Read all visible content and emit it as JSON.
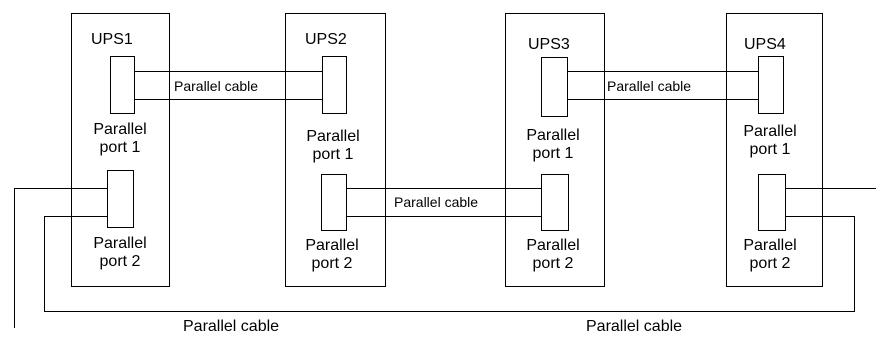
{
  "ups_units": [
    {
      "name": "UPS1",
      "port1": "Parallel\nport 1",
      "port2": "Parallel\nport 2"
    },
    {
      "name": "UPS2",
      "port1": "Parallel\nport 1",
      "port2": "Parallel\nport 2"
    },
    {
      "name": "UPS3",
      "port1": "Parallel\nport 1",
      "port2": "Parallel\nport 2"
    },
    {
      "name": "UPS4",
      "port1": "Parallel\nport 1",
      "port2": "Parallel\nport 2"
    }
  ],
  "cables": {
    "ups1_ups2": "Parallel cable",
    "ups2_ups3": "Parallel cable",
    "ups3_ups4": "Parallel cable",
    "bottom_left": "Parallel cable",
    "bottom_right": "Parallel cable"
  }
}
